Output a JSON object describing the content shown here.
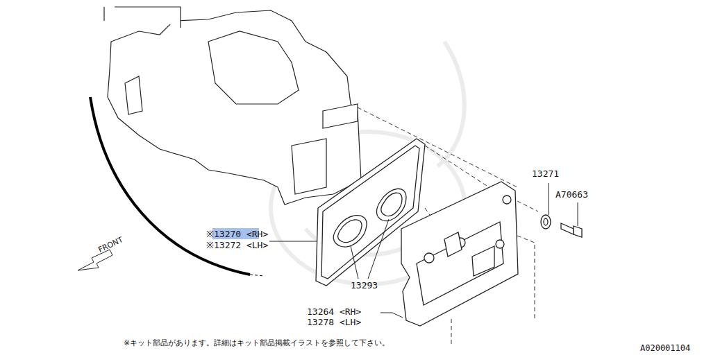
{
  "diagram": {
    "labels": [
      "※13270 <RH>",
      "※13272 <LH>",
      "13293",
      "13264 <RH>",
      "13278 <LH>",
      "13271",
      "A70663",
      "FRONT",
      "※キット部品があります。詳細はキット部品掲載イラストを参照して下さい。",
      "A020001104"
    ]
  }
}
